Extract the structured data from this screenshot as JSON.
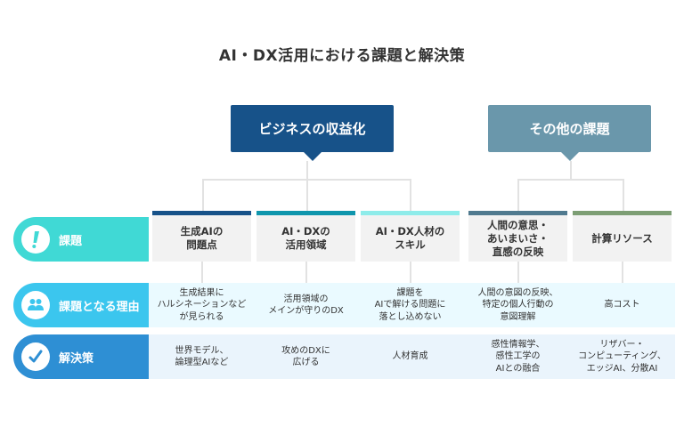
{
  "title": "AI・DX活用における課題と解決策",
  "groups": [
    {
      "label": "ビジネスの収益化",
      "color": "#175289"
    },
    {
      "label": "その他の課題",
      "color": "#6a97ab"
    }
  ],
  "rows": [
    {
      "label": "課題",
      "icon": "exclamation-icon",
      "color": "#40d9d5",
      "band_color": "#ffffff"
    },
    {
      "label": "課題となる理由",
      "icon": "people-icon",
      "color": "#3bc6ee",
      "band_color": "#eafaff"
    },
    {
      "label": "解決策",
      "icon": "check-icon",
      "color": "#2e8fd4",
      "band_color": "#eaf4fc"
    }
  ],
  "columns": [
    {
      "group": "ビジネスの収益化",
      "bar_color": "#175289",
      "issue": "生成AIの\n問題点",
      "reason": "生成結果に\nハルシネーションなど\nが見られる",
      "solution": "世界モデル、\n論理型AIなど"
    },
    {
      "group": "ビジネスの収益化",
      "bar_color": "#0f96ad",
      "issue": "AI・DXの\n活用領域",
      "reason": "活用領域の\nメインが守りのDX",
      "solution": "攻めのDXに\n広げる"
    },
    {
      "group": "ビジネスの収益化",
      "bar_color": "#8eecea",
      "issue": "AI・DX人材の\nスキル",
      "reason": "課題を\nAIで解ける問題に\n落とし込めない",
      "solution": "人材育成"
    },
    {
      "group": "その他の課題",
      "bar_color": "#507a8f",
      "issue": "人間の意思・\nあいまいさ・\n直感の反映",
      "reason": "人間の意図の反映、\n特定の個人行動の\n意図理解",
      "solution": "感性情報学、\n感性工学の\nAIとの融合"
    },
    {
      "group": "その他の課題",
      "bar_color": "#7d9e74",
      "issue": "計算リソース",
      "reason": "高コスト",
      "solution": "リザバー・\nコンピューティング、\nエッジAI、分散AI"
    }
  ]
}
